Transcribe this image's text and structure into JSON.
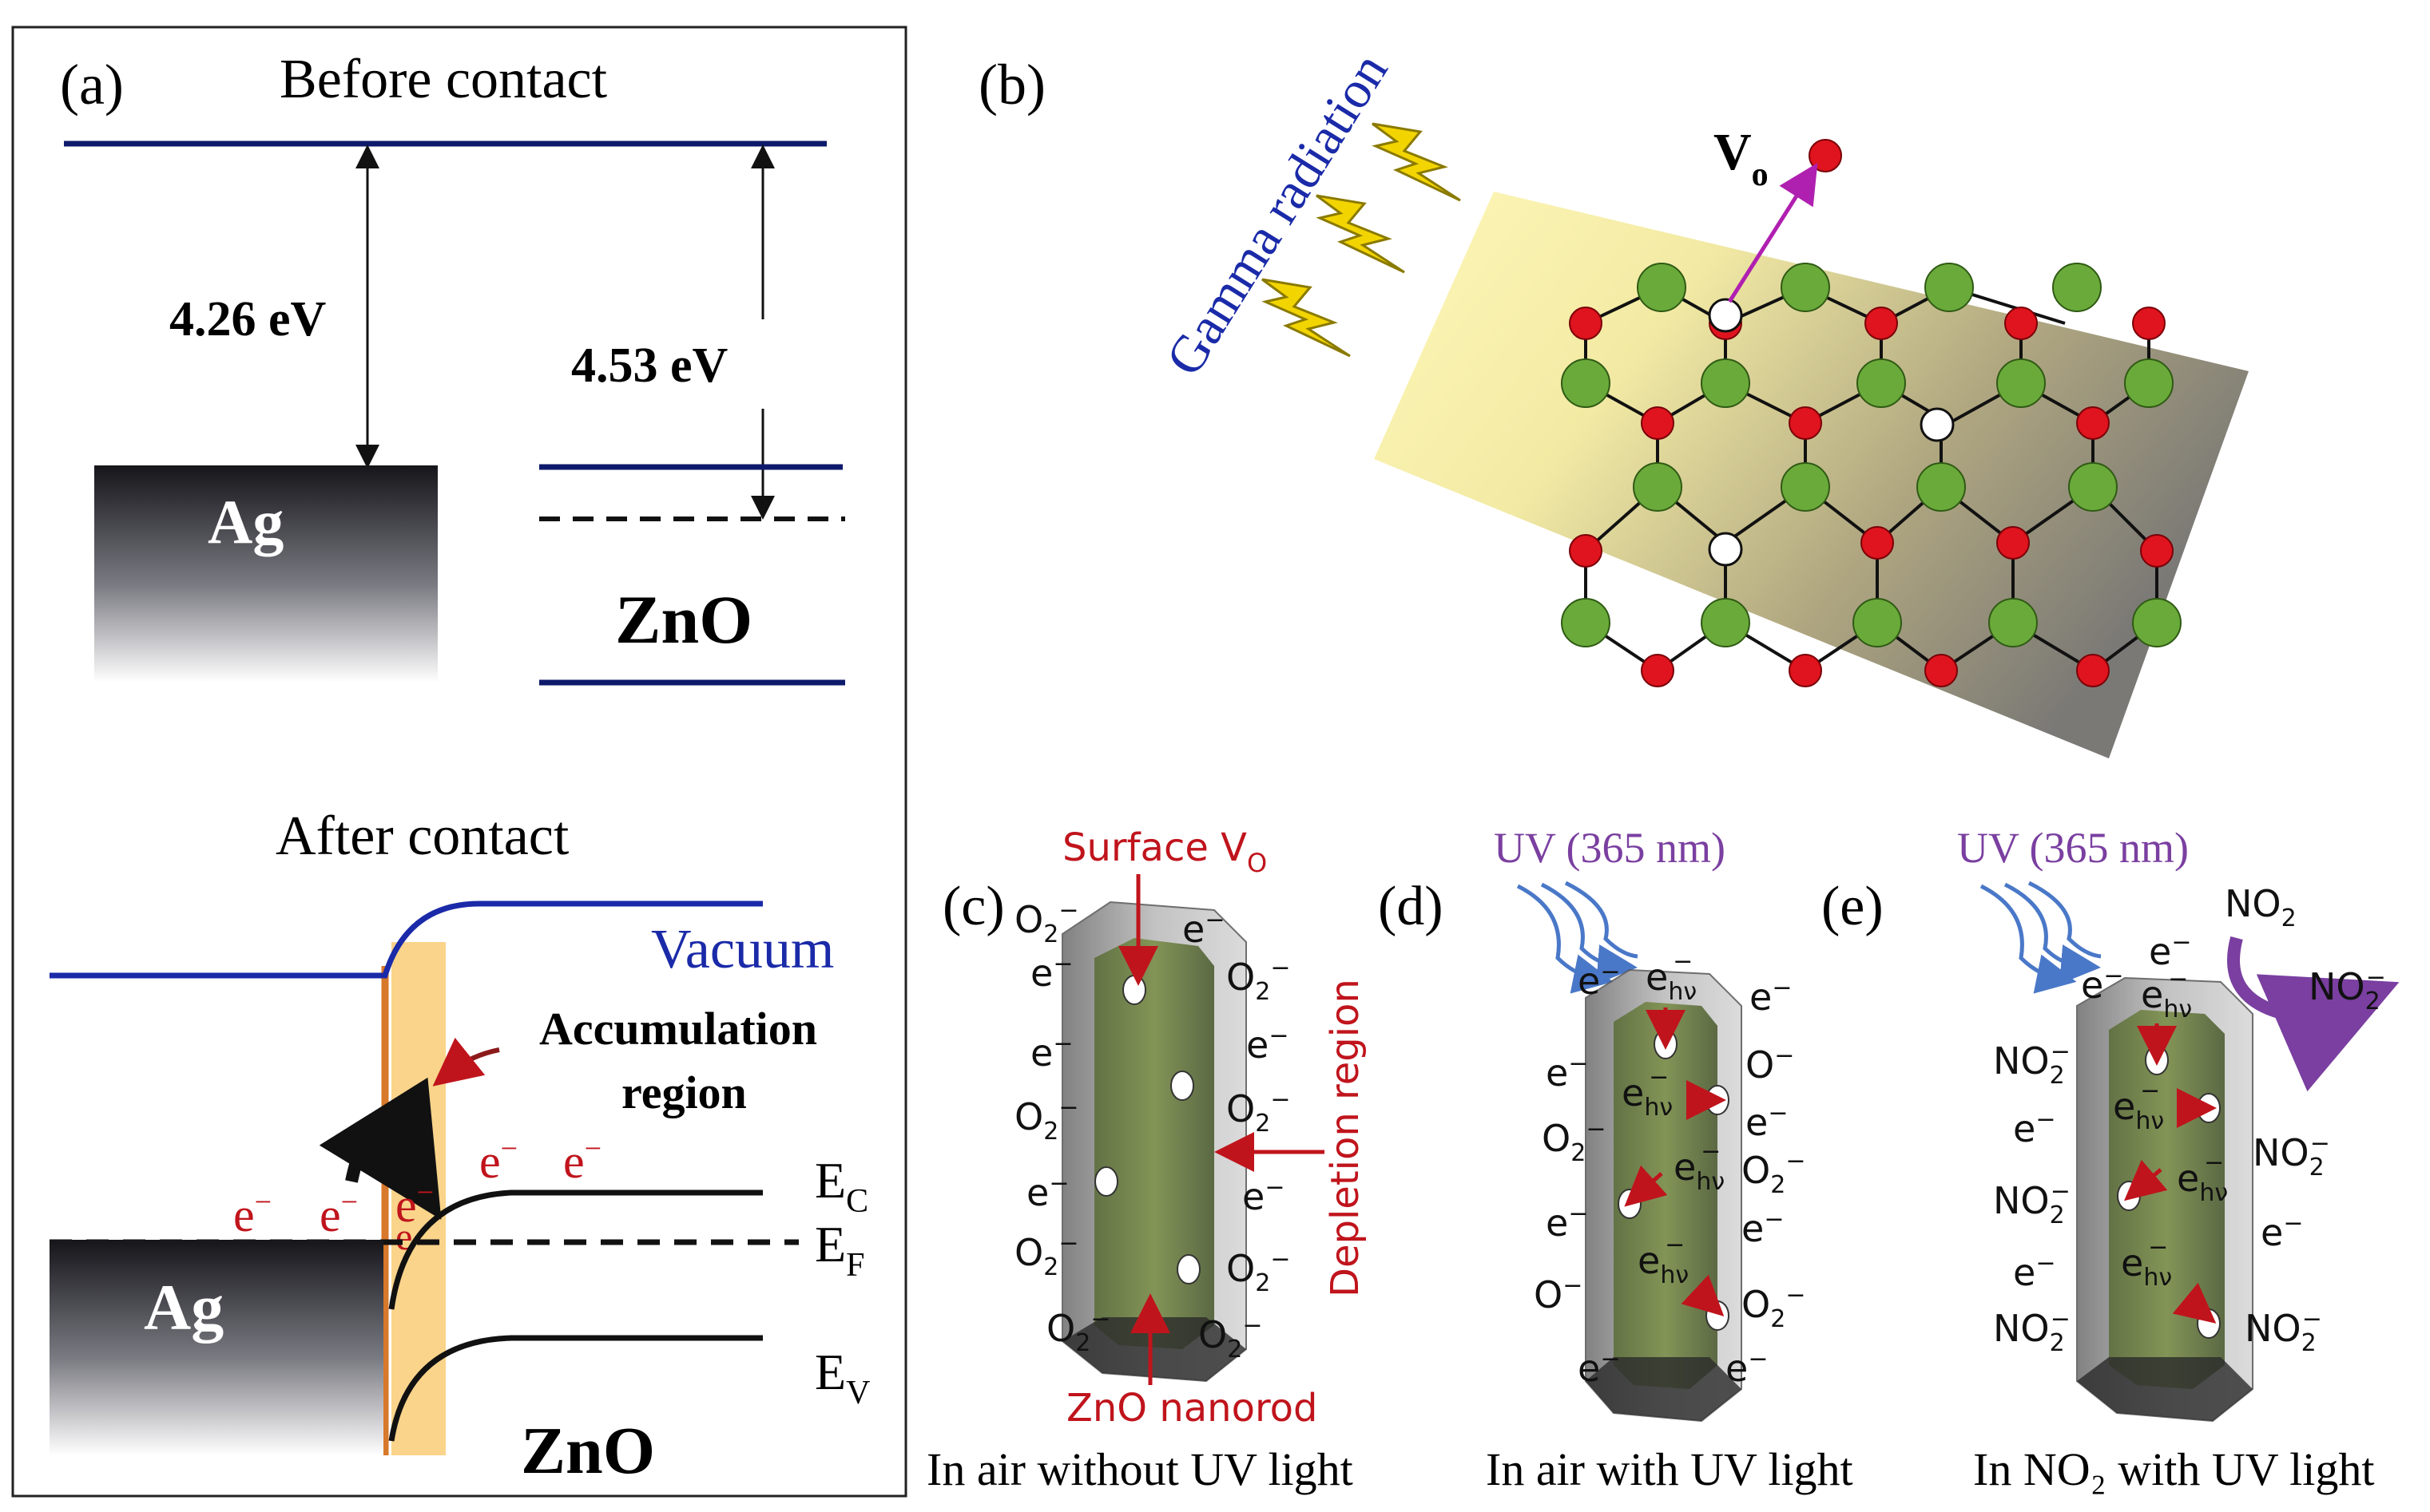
{
  "panel_a": {
    "label": "(a)",
    "before_title": "Before contact",
    "ag_work_function": "4.26 eV",
    "zno_affinity": "4.53 eV",
    "ag_label": "Ag",
    "zno_label": "ZnO",
    "after_title": "After contact",
    "vacuum_label": "Vacuum",
    "accumulation_line1": "Accumulation",
    "accumulation_line2": "region",
    "electron": "e",
    "ec_label": "E",
    "ec_sub": "C",
    "ef_label": "E",
    "ef_sub": "F",
    "ev_label": "E",
    "ev_sub": "V",
    "ag_after_label": "Ag",
    "zno_after_label": "ZnO"
  },
  "panel_b": {
    "label": "(b)",
    "radiation_label": "Gamma radiation",
    "vacancy_label": "V",
    "vacancy_sub": "o"
  },
  "panel_c": {
    "label": "(c)",
    "surface_vo": "Surface V",
    "surface_vo_sub": "O",
    "depletion": "Depletion region",
    "nanorod": "ZnO nanorod",
    "caption": "In air without UV light"
  },
  "panel_d": {
    "label": "(d)",
    "uv": "UV (365 nm)",
    "caption": "In air with UV light"
  },
  "panel_e": {
    "label": "(e)",
    "uv": "UV (365 nm)",
    "no2": "NO",
    "caption": "In NO₂ with UV light"
  },
  "colors": {
    "vacuum_blue": "#1a2aa8",
    "band_navy": "#0d1a6b",
    "accent_red": "#c0141c",
    "uv_purple": "#7a3fa0",
    "o_red": "#e0141e",
    "zn_green": "#6aaa3a",
    "accum_orange": "#f9d48a"
  }
}
